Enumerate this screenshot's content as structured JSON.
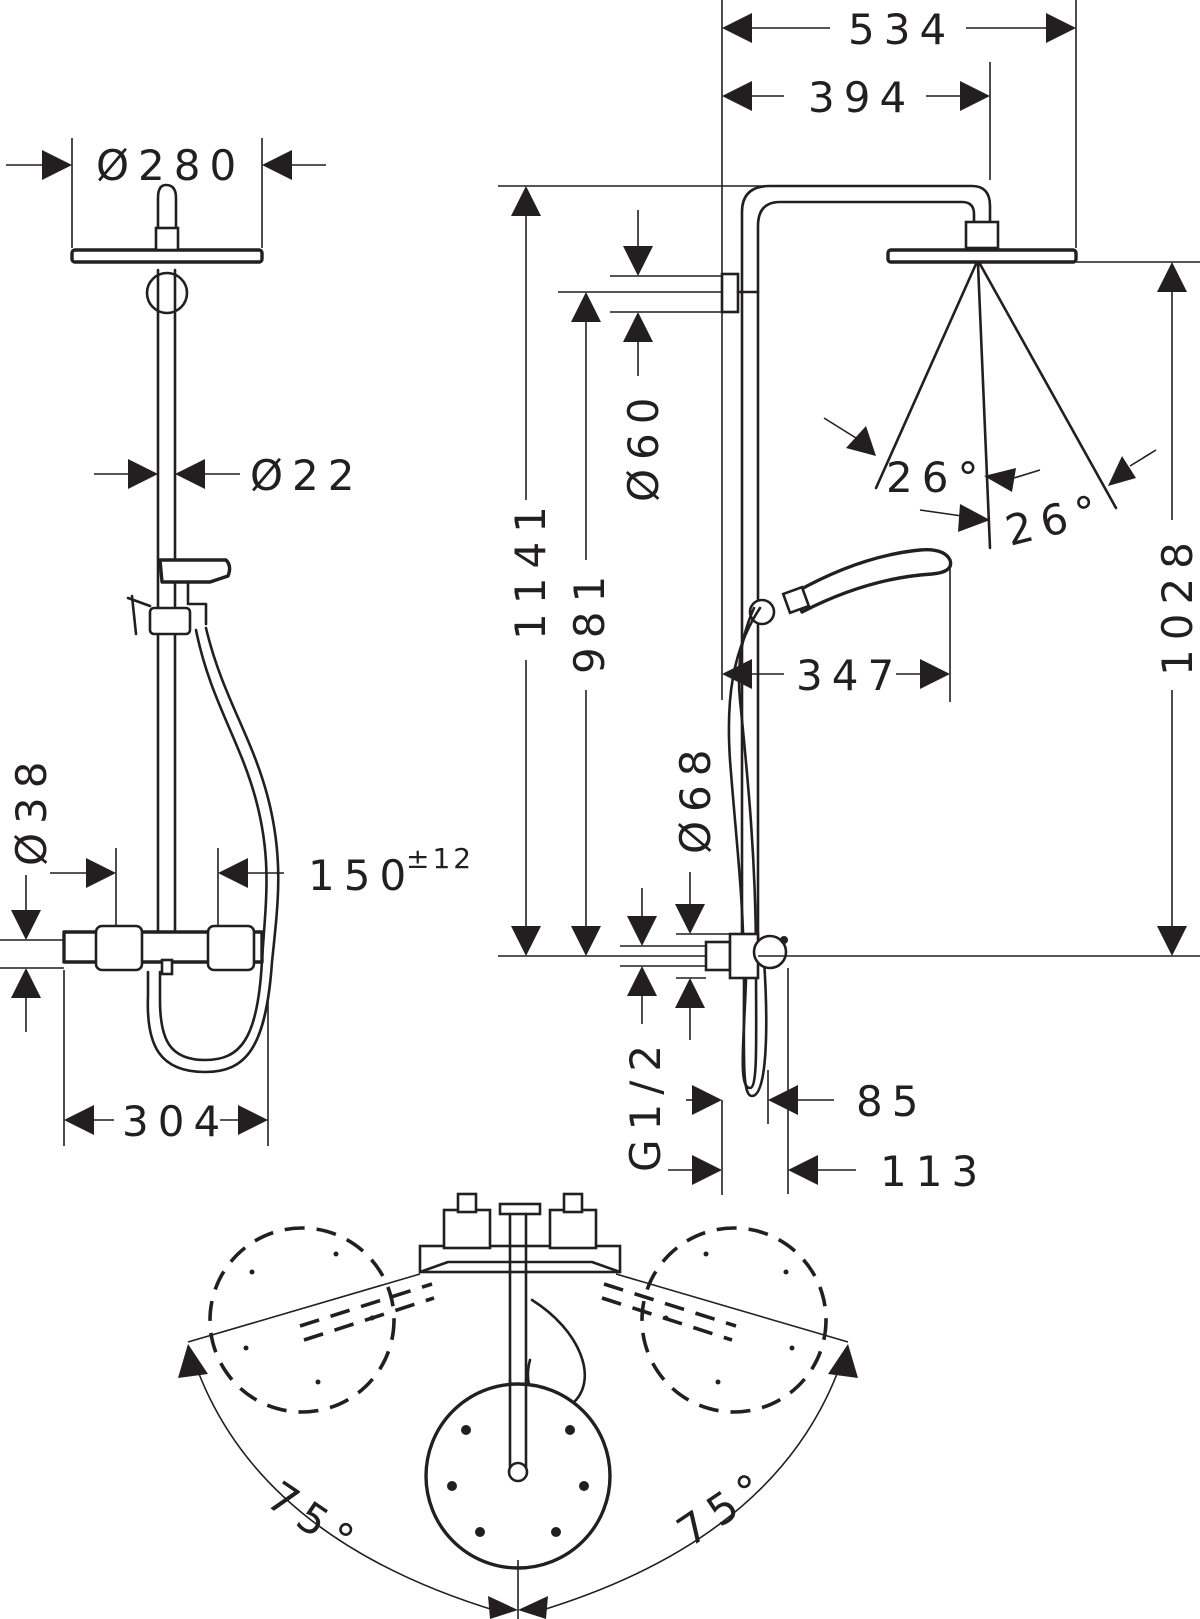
{
  "dimensions": {
    "front_head_diameter": "Ø280",
    "front_pipe_diameter": "Ø22",
    "front_escutcheon_diameter": "Ø38",
    "front_inlet_spacing": "150",
    "front_inlet_tolerance": "±12",
    "front_mixer_width": "304",
    "side_total_projection": "534",
    "side_arm_projection": "394",
    "side_total_height": "1141",
    "side_holder_height": "981",
    "side_holder_diameter": "Ø60",
    "side_spray_angle_left": "26°",
    "side_spray_angle_right": "26°",
    "side_head_height": "1028",
    "side_hand_shower_projection": "347",
    "side_mixer_diameter": "Ø68",
    "side_thread": "G1/2",
    "side_mixer_depth": "85",
    "side_mixer_total_depth": "113",
    "top_angle_left": "75°",
    "top_angle_right": "75°"
  }
}
